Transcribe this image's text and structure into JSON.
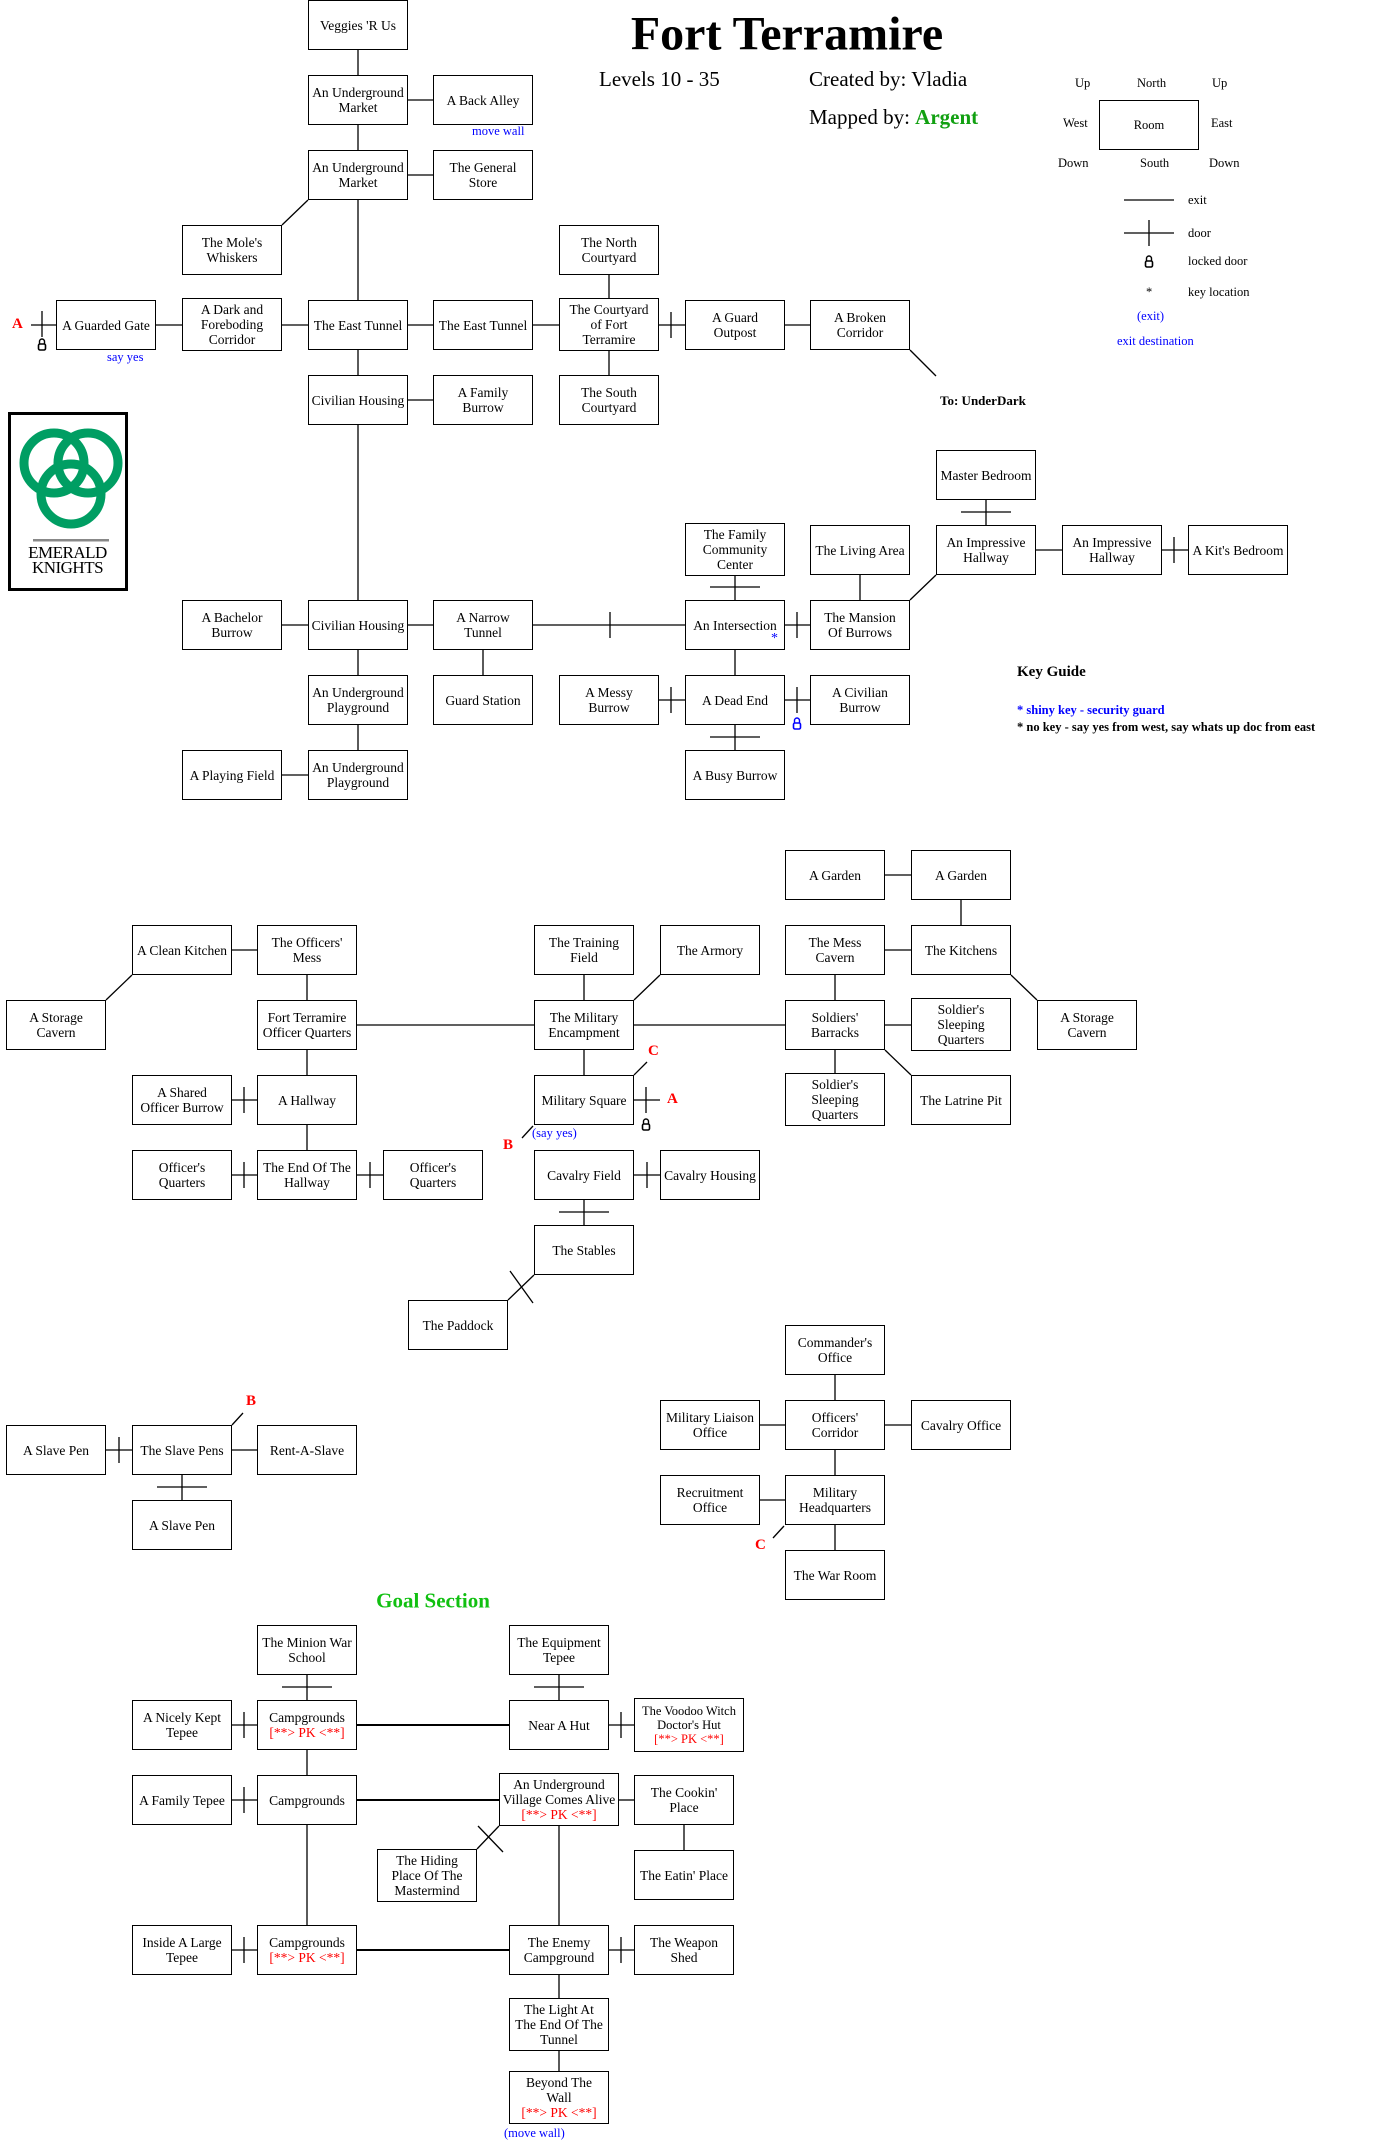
{
  "header": {
    "title": "Fort Terramire",
    "levels": "Levels 10 - 35",
    "created_by": "Created by: Vladia",
    "mapped_by_label": "Mapped by: ",
    "mapped_by_name": "Argent"
  },
  "colors": {
    "accent_green": "#11a011",
    "annotation_blue": "#0000ff",
    "marker_red": "#ff0000",
    "logo_green": "#009e63"
  },
  "legend": {
    "up_left": "Up",
    "north": "North",
    "up_right": "Up",
    "west": "West",
    "room": "Room",
    "east": "East",
    "down_left": "Down",
    "south": "South",
    "down_right": "Down",
    "exit": "exit",
    "door": "door",
    "locked_door": "locked door",
    "key_symbol": "*",
    "key_location": "key location",
    "exit_paren": "(exit)",
    "exit_destination": "exit destination"
  },
  "logo": {
    "text_line1": "EMERALD",
    "text_line2": "KNIGHTS"
  },
  "key_guide": {
    "title": "Key Guide",
    "line1": "* shiny key - security guard",
    "line2": "* no key - say yes from west, say whats up doc from east"
  },
  "annotations": {
    "move_wall_top": "move wall",
    "say_yes_gate": "say yes",
    "to_underdark": "To: UnderDark",
    "marker_a": "A",
    "marker_b": "B",
    "marker_c": "C",
    "key_star": "*",
    "say_yes_square": "(say yes)",
    "move_wall_bottom": "(move wall)",
    "goal_section": "Goal Section"
  },
  "rooms": [
    {
      "id": "veggies",
      "lines": [
        "Veggies 'R Us"
      ]
    },
    {
      "id": "market1",
      "lines": [
        "An Underground",
        "Market"
      ]
    },
    {
      "id": "back_alley",
      "lines": [
        "A Back Alley"
      ]
    },
    {
      "id": "market2",
      "lines": [
        "An Underground",
        "Market"
      ]
    },
    {
      "id": "general_store",
      "lines": [
        "The General",
        "Store"
      ]
    },
    {
      "id": "moles",
      "lines": [
        "The Mole's",
        "Whiskers"
      ]
    },
    {
      "id": "north_courtyard",
      "lines": [
        "The North",
        "Courtyard"
      ]
    },
    {
      "id": "guarded_gate",
      "lines": [
        "A Guarded Gate"
      ]
    },
    {
      "id": "dark",
      "lines": [
        "A Dark and",
        "Foreboding",
        "Corridor"
      ]
    },
    {
      "id": "east_tunnel1",
      "lines": [
        "The East Tunnel"
      ]
    },
    {
      "id": "east_tunnel2",
      "lines": [
        "The East Tunnel"
      ]
    },
    {
      "id": "courtyard",
      "lines": [
        "The Courtyard",
        "of Fort",
        "Terramire"
      ]
    },
    {
      "id": "guard_outpost",
      "lines": [
        "A Guard",
        "Outpost"
      ]
    },
    {
      "id": "broken",
      "lines": [
        "A Broken",
        "Corridor"
      ]
    },
    {
      "id": "civ1",
      "lines": [
        "Civilian Housing"
      ]
    },
    {
      "id": "family_burrow",
      "lines": [
        "A Family",
        "Burrow"
      ]
    },
    {
      "id": "south_courtyard",
      "lines": [
        "The South",
        "Courtyard"
      ]
    },
    {
      "id": "master",
      "lines": [
        "Master Bedroom"
      ]
    },
    {
      "id": "family_center",
      "lines": [
        "The Family",
        "Community",
        "Center"
      ]
    },
    {
      "id": "living",
      "lines": [
        "The Living Area"
      ]
    },
    {
      "id": "hall1",
      "lines": [
        "An Impressive",
        "Hallway"
      ]
    },
    {
      "id": "hall2",
      "lines": [
        "An Impressive",
        "Hallway"
      ]
    },
    {
      "id": "kits",
      "lines": [
        "A Kit's Bedroom"
      ]
    },
    {
      "id": "bachelor",
      "lines": [
        "A Bachelor",
        "Burrow"
      ]
    },
    {
      "id": "civ2",
      "lines": [
        "Civilian Housing"
      ]
    },
    {
      "id": "narrow",
      "lines": [
        "A Narrow",
        "Tunnel"
      ]
    },
    {
      "id": "intersection",
      "lines": [
        "An Intersection"
      ]
    },
    {
      "id": "mansion",
      "lines": [
        "The Mansion",
        "Of Burrows"
      ]
    },
    {
      "id": "playground1",
      "lines": [
        "An Underground",
        "Playground"
      ]
    },
    {
      "id": "guard_station",
      "lines": [
        "Guard Station"
      ]
    },
    {
      "id": "messy",
      "lines": [
        "A Messy",
        "Burrow"
      ]
    },
    {
      "id": "dead_end",
      "lines": [
        "A Dead End"
      ]
    },
    {
      "id": "civ_burrow",
      "lines": [
        "A Civilian",
        "Burrow"
      ]
    },
    {
      "id": "playing_field",
      "lines": [
        "A Playing Field"
      ]
    },
    {
      "id": "playground2",
      "lines": [
        "An Underground",
        "Playground"
      ]
    },
    {
      "id": "busy",
      "lines": [
        "A Busy Burrow"
      ]
    },
    {
      "id": "garden1",
      "lines": [
        "A Garden"
      ]
    },
    {
      "id": "garden2",
      "lines": [
        "A Garden"
      ]
    },
    {
      "id": "clean_kitchen",
      "lines": [
        "A Clean Kitchen"
      ]
    },
    {
      "id": "officers_mess",
      "lines": [
        "The Officers'",
        "Mess"
      ]
    },
    {
      "id": "training",
      "lines": [
        "The Training",
        "Field"
      ]
    },
    {
      "id": "armory",
      "lines": [
        "The Armory"
      ]
    },
    {
      "id": "mess_cavern",
      "lines": [
        "The Mess",
        "Cavern"
      ]
    },
    {
      "id": "kitchens",
      "lines": [
        "The Kitchens"
      ]
    },
    {
      "id": "storage_l",
      "lines": [
        "A Storage",
        "Cavern"
      ]
    },
    {
      "id": "fort_oq",
      "lines": [
        "Fort Terramire",
        "Officer Quarters"
      ]
    },
    {
      "id": "encampment",
      "lines": [
        "The Military",
        "Encampment"
      ]
    },
    {
      "id": "barracks",
      "lines": [
        "Soldiers'",
        "Barracks"
      ]
    },
    {
      "id": "sleeping1",
      "lines": [
        "Soldier's",
        "Sleeping",
        "Quarters"
      ]
    },
    {
      "id": "storage_r",
      "lines": [
        "A Storage",
        "Cavern"
      ]
    },
    {
      "id": "shared",
      "lines": [
        "A Shared",
        "Officer Burrow"
      ]
    },
    {
      "id": "hallway",
      "lines": [
        "A Hallway"
      ]
    },
    {
      "id": "mil_square",
      "lines": [
        "Military Square"
      ]
    },
    {
      "id": "sleeping2",
      "lines": [
        "Soldier's",
        "Sleeping",
        "Quarters"
      ]
    },
    {
      "id": "latrine",
      "lines": [
        "The Latrine Pit"
      ]
    },
    {
      "id": "oq_l",
      "lines": [
        "Officer's",
        "Quarters"
      ]
    },
    {
      "id": "end_hall",
      "lines": [
        "The End Of The",
        "Hallway"
      ]
    },
    {
      "id": "oq_r",
      "lines": [
        "Officer's",
        "Quarters"
      ]
    },
    {
      "id": "cav_field",
      "lines": [
        "Cavalry Field"
      ]
    },
    {
      "id": "cav_housing",
      "lines": [
        "Cavalry Housing"
      ]
    },
    {
      "id": "stables",
      "lines": [
        "The Stables"
      ]
    },
    {
      "id": "paddock",
      "lines": [
        "The Paddock"
      ]
    },
    {
      "id": "commander",
      "lines": [
        "Commander's",
        "Office"
      ]
    },
    {
      "id": "slave_pen1",
      "lines": [
        "A Slave Pen"
      ]
    },
    {
      "id": "slave_pens",
      "lines": [
        "The Slave Pens"
      ]
    },
    {
      "id": "rent",
      "lines": [
        "Rent-A-Slave"
      ]
    },
    {
      "id": "liaison",
      "lines": [
        "Military Liaison",
        "Office"
      ]
    },
    {
      "id": "corridor",
      "lines": [
        "Officers'",
        "Corridor"
      ]
    },
    {
      "id": "cav_office",
      "lines": [
        "Cavalry Office"
      ]
    },
    {
      "id": "slave_pen2",
      "lines": [
        "A Slave Pen"
      ]
    },
    {
      "id": "recruitment",
      "lines": [
        "Recruitment",
        "Office"
      ]
    },
    {
      "id": "hq",
      "lines": [
        "Military",
        "Headquarters"
      ]
    },
    {
      "id": "war_room",
      "lines": [
        "The War Room"
      ]
    },
    {
      "id": "minion",
      "lines": [
        "The Minion War",
        "School"
      ]
    },
    {
      "id": "equipment",
      "lines": [
        "The Equipment",
        "Tepee"
      ]
    },
    {
      "id": "nicely",
      "lines": [
        "A Nicely Kept",
        "Tepee"
      ]
    },
    {
      "id": "camp1",
      "lines": [
        "Campgrounds"
      ],
      "pk": "[**> PK <**]"
    },
    {
      "id": "near_hut",
      "lines": [
        "Near A Hut"
      ]
    },
    {
      "id": "voodoo",
      "lines": [
        "The Voodoo Witch",
        "Doctor's Hut"
      ],
      "pk": "[**> PK <**]"
    },
    {
      "id": "family_tepee",
      "lines": [
        "A Family Tepee"
      ]
    },
    {
      "id": "camp2",
      "lines": [
        "Campgrounds"
      ]
    },
    {
      "id": "village",
      "lines": [
        "An Underground",
        "Village Comes Alive"
      ],
      "pk": "[**> PK <**]"
    },
    {
      "id": "cookin",
      "lines": [
        "The Cookin'",
        "Place"
      ]
    },
    {
      "id": "hiding",
      "lines": [
        "The Hiding",
        "Place Of The",
        "Mastermind"
      ]
    },
    {
      "id": "eatin",
      "lines": [
        "The Eatin' Place"
      ]
    },
    {
      "id": "inside",
      "lines": [
        "Inside A Large",
        "Tepee"
      ]
    },
    {
      "id": "camp3",
      "lines": [
        "Campgrounds"
      ],
      "pk": "[**> PK <**]"
    },
    {
      "id": "enemy",
      "lines": [
        "The Enemy",
        "Campground"
      ]
    },
    {
      "id": "weapon",
      "lines": [
        "The Weapon",
        "Shed"
      ]
    },
    {
      "id": "light",
      "lines": [
        "The Light At",
        "The End Of The",
        "Tunnel"
      ]
    },
    {
      "id": "beyond",
      "lines": [
        "Beyond The",
        "Wall"
      ],
      "pk": "[**> PK <**]"
    }
  ]
}
